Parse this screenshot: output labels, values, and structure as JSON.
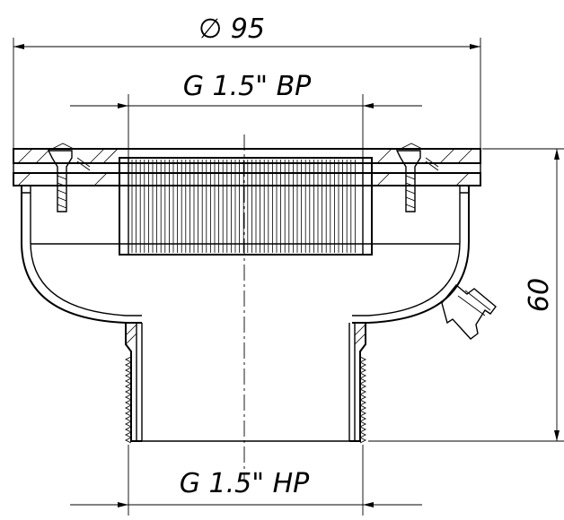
{
  "dimensions": {
    "outer_diameter": "∅ 95",
    "inner_thread": "G 1.5\" BP",
    "height": "60",
    "outer_thread": "G 1.5\" HP"
  },
  "colors": {
    "line": "#000000",
    "background": "#ffffff"
  }
}
